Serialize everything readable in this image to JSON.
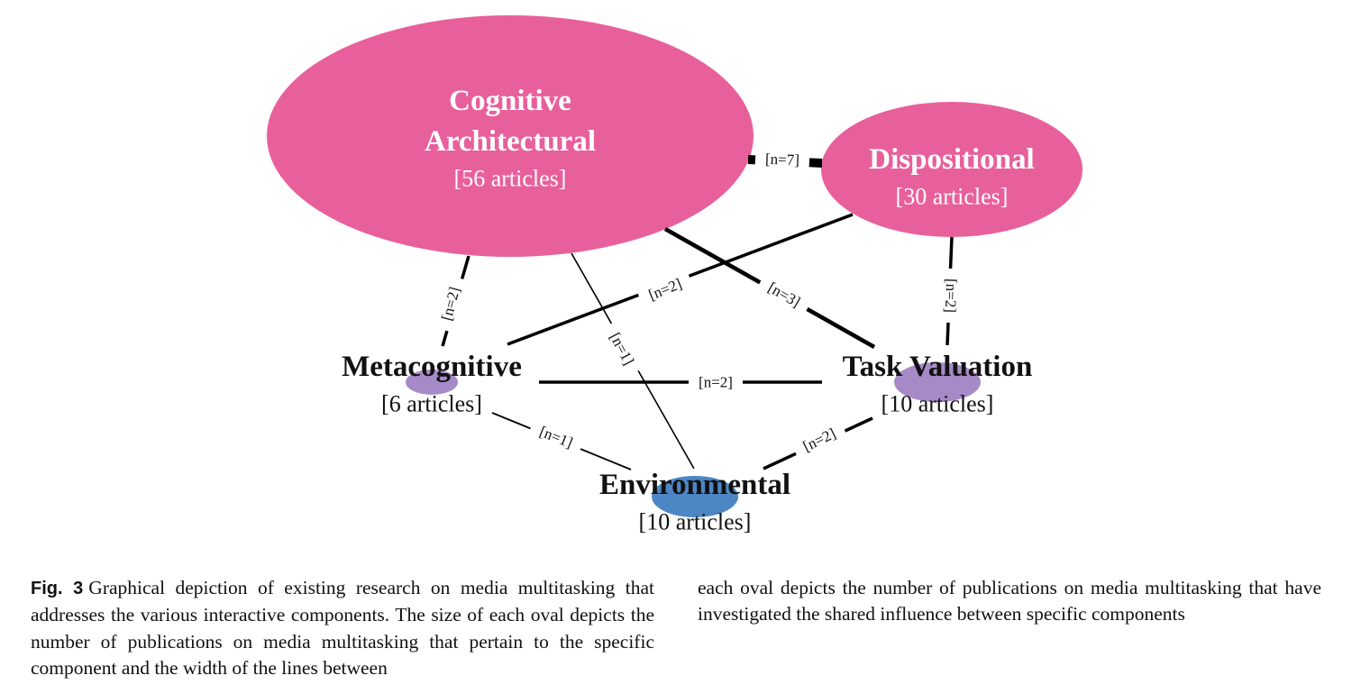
{
  "colors": {
    "pink": "#e8609b",
    "purple": "#a68ac8",
    "blue": "#4d86c5",
    "edge": "#000000",
    "text_dark": "#111111",
    "text_light": "#ffffff"
  },
  "nodes": [
    {
      "id": "cognitive",
      "title_lines": [
        "Cognitive",
        "Architectural"
      ],
      "count_label": "[56 articles]",
      "articles": 56,
      "color_key": "pink"
    },
    {
      "id": "dispositional",
      "title_lines": [
        "Dispositional"
      ],
      "count_label": "[30 articles]",
      "articles": 30,
      "color_key": "pink"
    },
    {
      "id": "metacognitive",
      "title_lines": [
        "Metacognitive"
      ],
      "count_label": "[6 articles]",
      "articles": 6,
      "color_key": "purple"
    },
    {
      "id": "task",
      "title_lines": [
        "Task Valuation"
      ],
      "count_label": "[10 articles]",
      "articles": 10,
      "color_key": "purple"
    },
    {
      "id": "environmental",
      "title_lines": [
        "Environmental"
      ],
      "count_label": "[10 articles]",
      "articles": 10,
      "color_key": "blue"
    }
  ],
  "edges": [
    {
      "from": "cognitive",
      "to": "dispositional",
      "n": 7,
      "label": "[n=7]"
    },
    {
      "from": "cognitive",
      "to": "metacognitive",
      "n": 2,
      "label": "[n=2]"
    },
    {
      "from": "cognitive",
      "to": "environmental",
      "n": 1,
      "label": "[n=1]"
    },
    {
      "from": "cognitive",
      "to": "task",
      "n": 3,
      "label": "[n=3]"
    },
    {
      "from": "dispositional",
      "to": "metacognitive",
      "n": 2,
      "label": "[n=2]"
    },
    {
      "from": "dispositional",
      "to": "task",
      "n": 2,
      "label": "[n=2]"
    },
    {
      "from": "metacognitive",
      "to": "task",
      "n": 2,
      "label": "[n=2]"
    },
    {
      "from": "metacognitive",
      "to": "environmental",
      "n": 1,
      "label": "[n=1]"
    },
    {
      "from": "task",
      "to": "environmental",
      "n": 2,
      "label": "[n=2]"
    }
  ],
  "caption": {
    "figure_label": "Fig. 3",
    "left_text": "Graphical depiction of existing research on media multitasking that addresses the various interactive components. The size of each oval depicts the number of publications on media multitasking that pertain to the specific component and the width of the lines between",
    "right_text": "each oval depicts the number of publications on media multitasking that have investigated the shared influence between specific components"
  }
}
